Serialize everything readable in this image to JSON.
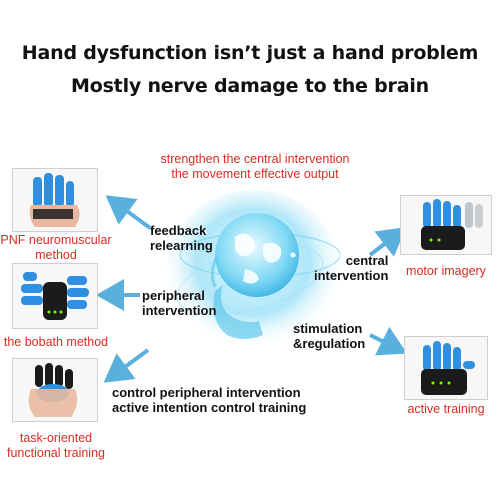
{
  "headline": {
    "line1": "Hand dysfunction isn’t just a hand problem",
    "line2": "Mostly nerve damage to the brain"
  },
  "top_caption": {
    "line1": "strengthen the central intervention",
    "line2": "the movement effective output"
  },
  "left_methods": [
    {
      "label_line1": "PNF neuromuscular",
      "label_line2": "method"
    },
    {
      "label_line1": "the bobath method",
      "label_line2": ""
    },
    {
      "label_line1": "task-oriented",
      "label_line2": "functional training"
    }
  ],
  "right_methods": [
    {
      "label": "motor imagery"
    },
    {
      "label": "active training"
    }
  ],
  "interventions": {
    "feedback": {
      "line1": "feedback",
      "line2": "relearning"
    },
    "peripheral": {
      "line1": "peripheral",
      "line2": "intervention"
    },
    "central": {
      "line1": "central",
      "line2": "intervention"
    },
    "stimulation": {
      "line1": "stimulation",
      "line2": "&regulation"
    },
    "control": {
      "line1": "control peripheral intervention",
      "line2": "active intention control training"
    }
  },
  "colors": {
    "accent_red": "#d92b24",
    "arrow_blue": "#5ab0dd",
    "glove_blue": "#2f8fe0",
    "glove_black": "#1b1b1b",
    "head_cyan": "#6fd3f2"
  },
  "icons": [
    "brain-head-illustration",
    "rehab-glove-photo"
  ]
}
